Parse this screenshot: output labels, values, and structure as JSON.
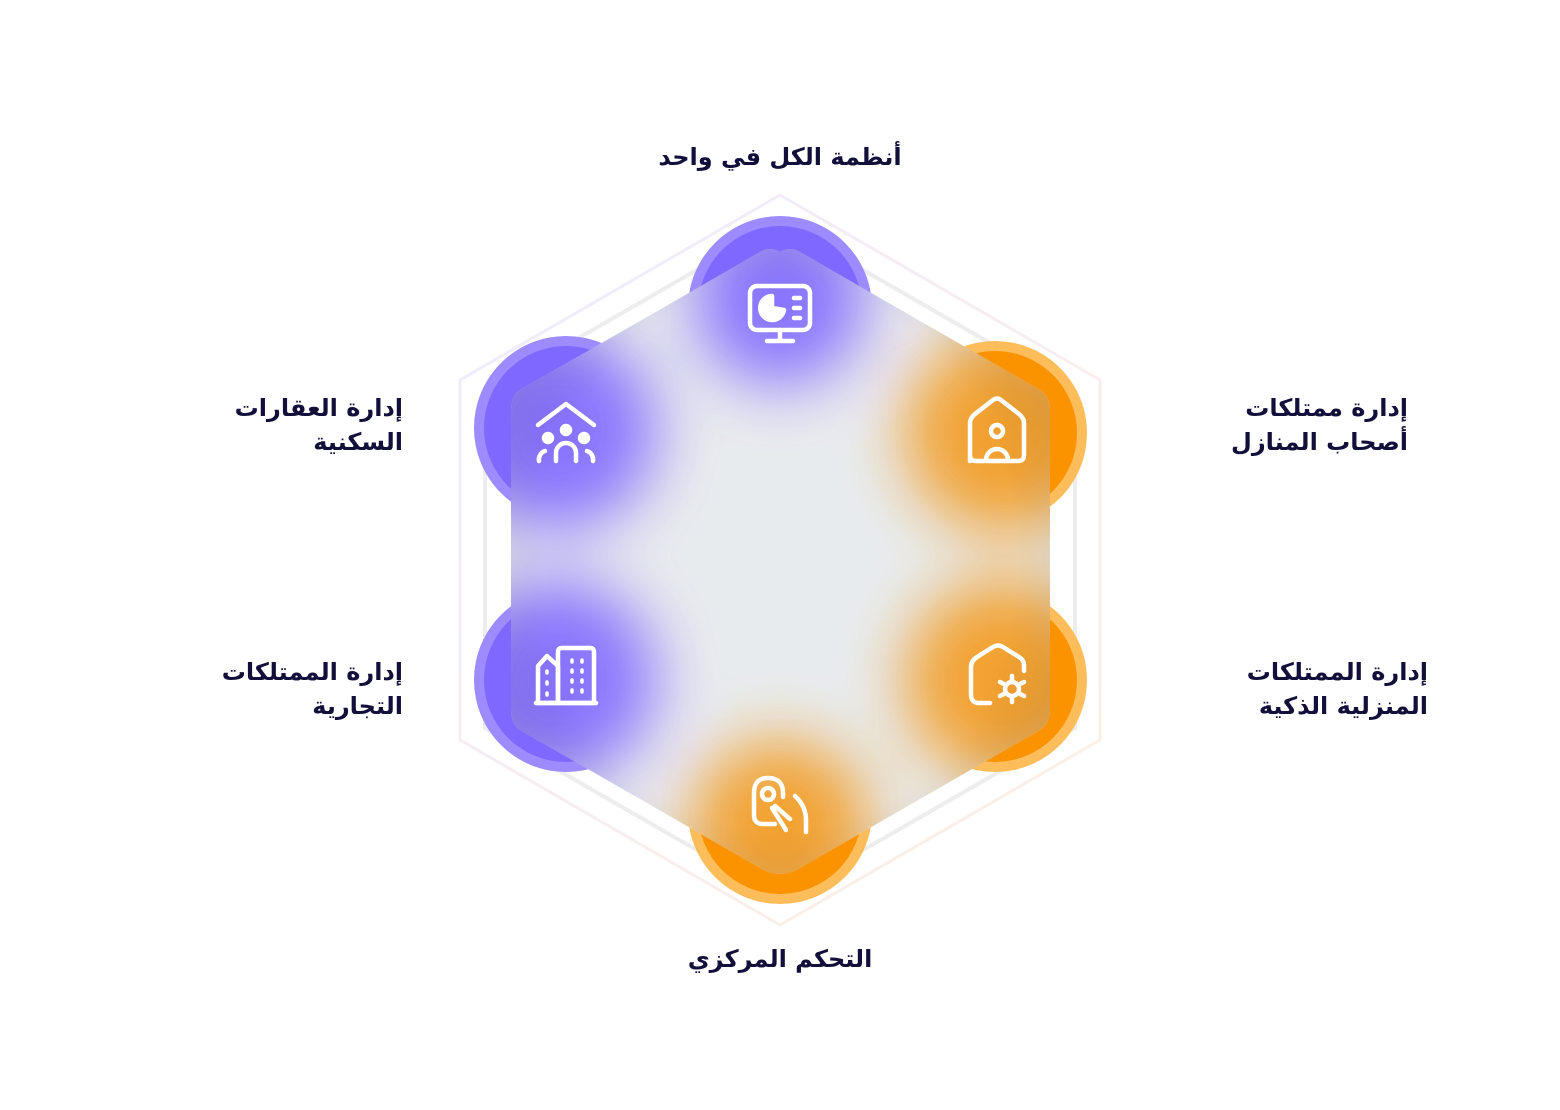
{
  "colors": {
    "purple": "#7f68ff",
    "purple_ring": "#9d8bff",
    "orange": "#fb9300",
    "orange_ring": "#fdbd5a",
    "text": "#12103a",
    "center": "#e8ebee"
  },
  "nodes": [
    {
      "id": "top",
      "label": "أنظمة الكل في واحد",
      "icon": "monitor-chart-icon",
      "tone": "purple"
    },
    {
      "id": "right-top",
      "label": "إدارة ممتلكات أصحاب المنازل",
      "icon": "house-user-icon",
      "tone": "orange"
    },
    {
      "id": "right-bottom",
      "label": "إدارة الممتلكات المنزلية الذكية",
      "icon": "smart-home-gear-icon",
      "tone": "orange"
    },
    {
      "id": "bottom",
      "label": "التحكم المركزي",
      "icon": "touch-control-icon",
      "tone": "orange"
    },
    {
      "id": "left-bottom",
      "label": "إدارة الممتلكات التجارية",
      "icon": "buildings-icon",
      "tone": "purple"
    },
    {
      "id": "left-top",
      "label": "إدارة العقارات السكنية",
      "icon": "residential-community-icon",
      "tone": "purple"
    }
  ]
}
